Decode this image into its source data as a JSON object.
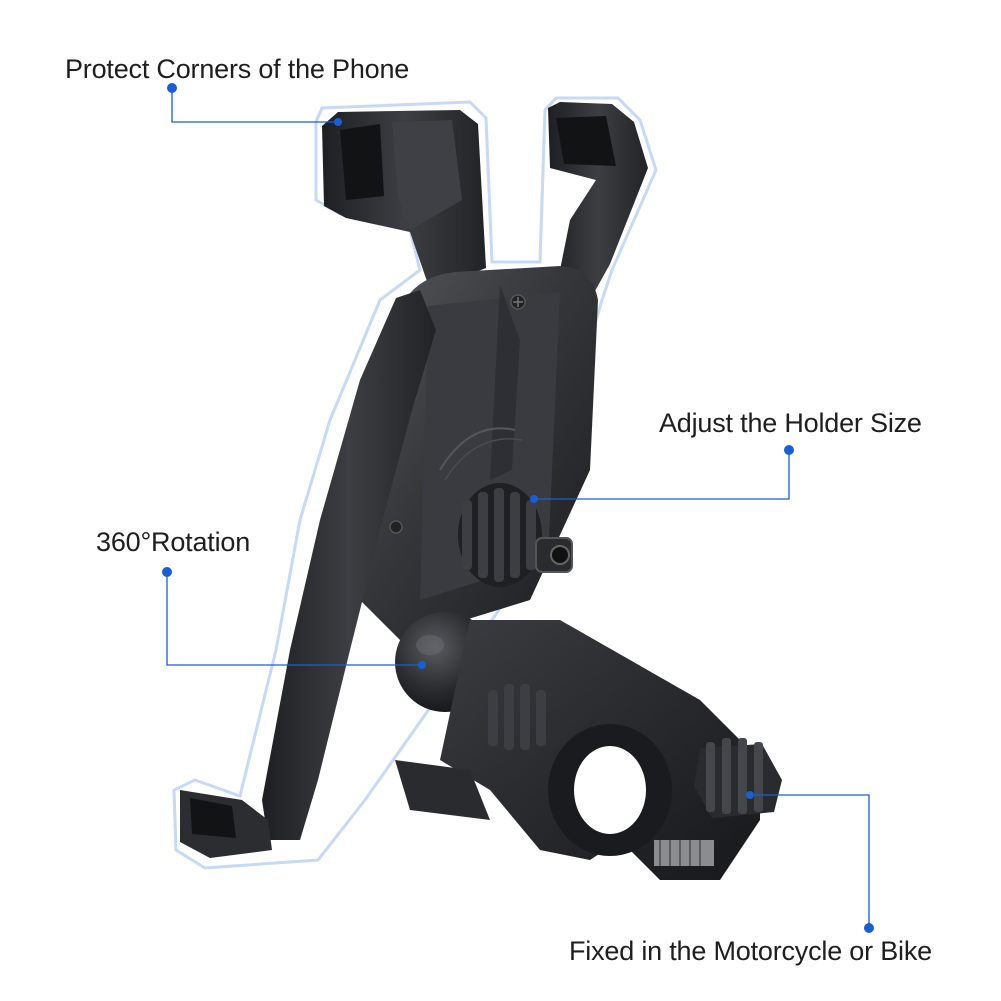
{
  "scene": {
    "subject": "Black motorcycle / bike phone holder mount with callout labels",
    "background_color": "#ffffff",
    "accent_color": "#1a5fd1",
    "holder_color": "#2a2b2e",
    "outline_glow_color": "#c7d9f5"
  },
  "callouts": [
    {
      "id": "corners",
      "text": "Protect Corners of the Phone"
    },
    {
      "id": "size",
      "text": "Adjust the Holder Size"
    },
    {
      "id": "rotation",
      "text": "360°Rotation"
    },
    {
      "id": "fixed",
      "text": "Fixed in the Motorcycle or Bike"
    }
  ]
}
